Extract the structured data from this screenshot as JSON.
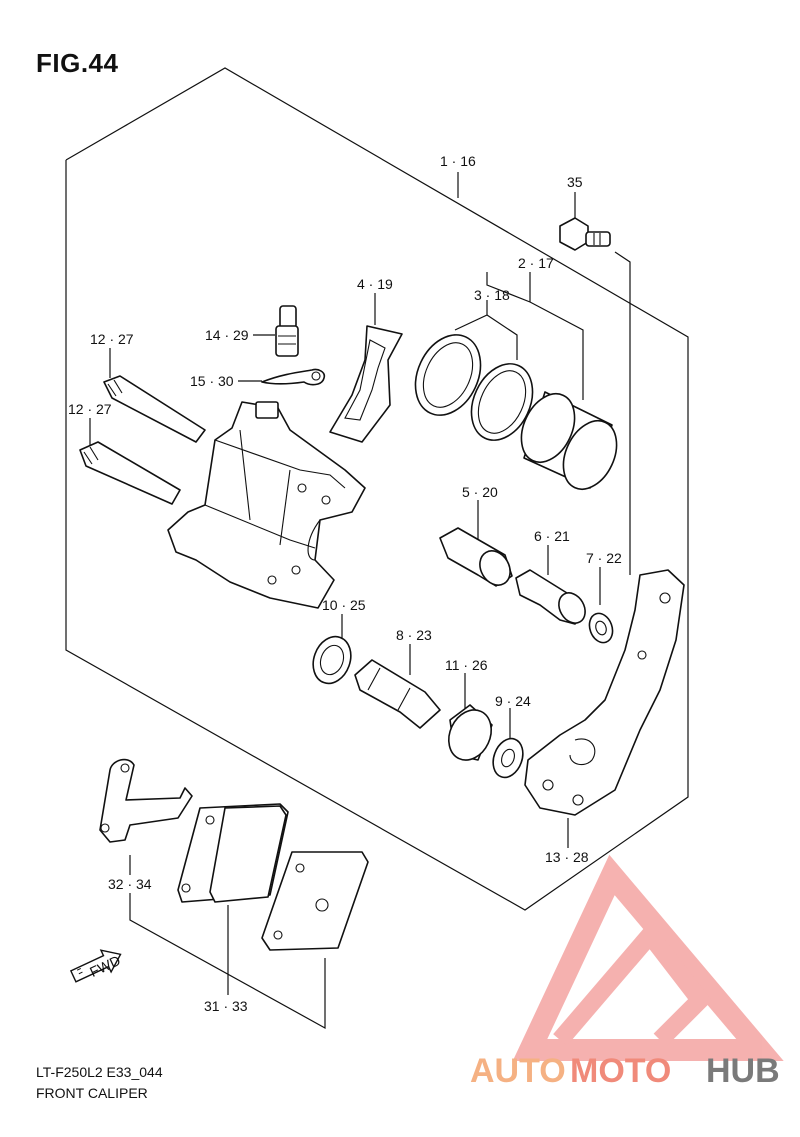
{
  "figure": {
    "title": "FIG.44",
    "model_code": "LT-F250L2 E33_044",
    "caption": "FRONT CALIPER",
    "fwd_label": "FWD"
  },
  "watermark": {
    "brand_part1": "AUTO",
    "brand_part2": "MOTO",
    "brand_part3": "HUB",
    "colors": {
      "part1": "#F5B183",
      "part2": "#F08A7A",
      "part3": "#7A7A7A",
      "logo": "#F4A4A2"
    }
  },
  "callouts": [
    {
      "id": "1",
      "text": "1 · 16"
    },
    {
      "id": "2",
      "text": "2 · 17"
    },
    {
      "id": "3",
      "text": "3 · 18"
    },
    {
      "id": "4",
      "text": "4 · 19"
    },
    {
      "id": "5",
      "text": "5 · 20"
    },
    {
      "id": "6",
      "text": "6 · 21"
    },
    {
      "id": "7",
      "text": "7 · 22"
    },
    {
      "id": "8",
      "text": "8 · 23"
    },
    {
      "id": "9",
      "text": "9 · 24"
    },
    {
      "id": "10",
      "text": "10 · 25"
    },
    {
      "id": "11",
      "text": "11 · 26"
    },
    {
      "id": "12a",
      "text": "12 · 27"
    },
    {
      "id": "12b",
      "text": "12 · 27"
    },
    {
      "id": "13",
      "text": "13 · 28"
    },
    {
      "id": "14",
      "text": "14 · 29"
    },
    {
      "id": "15",
      "text": "15 · 30"
    },
    {
      "id": "31",
      "text": "31 · 33"
    },
    {
      "id": "32",
      "text": "32 · 34"
    },
    {
      "id": "35",
      "text": "35"
    }
  ]
}
